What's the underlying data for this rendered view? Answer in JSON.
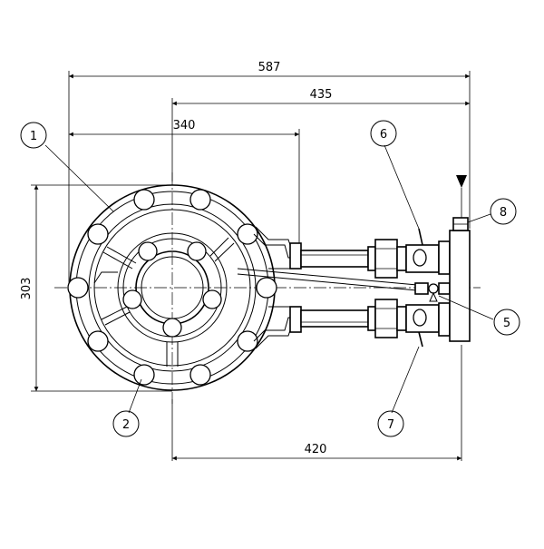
{
  "dimensions": {
    "overall_width": "587",
    "burner_to_manifold": "435",
    "burner_diameter": "340",
    "height": "303",
    "burner_center_to_end": "420"
  },
  "balloons": [
    {
      "label": "1"
    },
    {
      "label": "2"
    },
    {
      "label": "5"
    },
    {
      "label": "6"
    },
    {
      "label": "7"
    },
    {
      "label": "8"
    }
  ]
}
